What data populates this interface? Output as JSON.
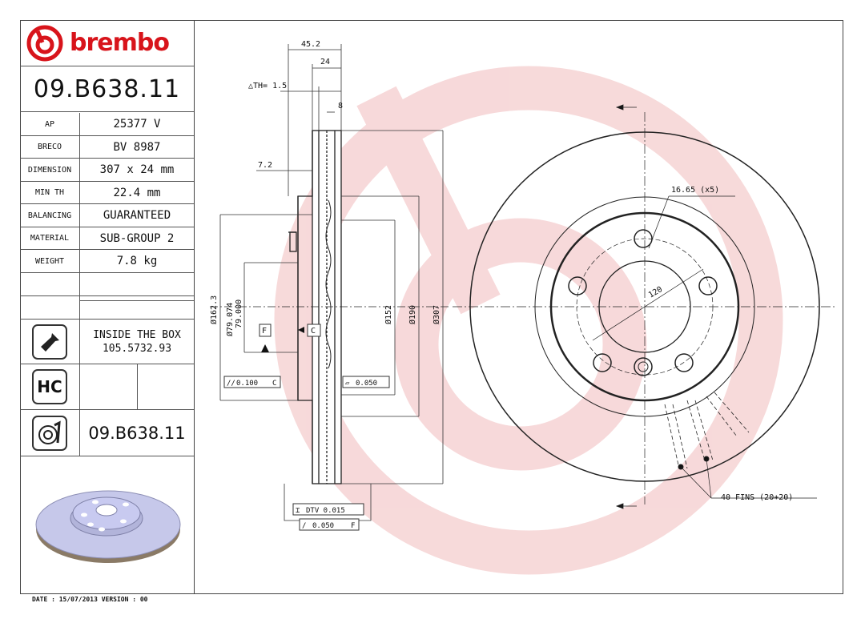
{
  "brand": {
    "name": "brembo"
  },
  "part_number": "09.B638.11",
  "specs": [
    {
      "label": "AP",
      "value": "25377 V"
    },
    {
      "label": "BRECO",
      "value": "BV 8987"
    },
    {
      "label": "DIMENSION",
      "value": "307 x 24 mm"
    },
    {
      "label": "MIN TH",
      "value": "22.4 mm"
    },
    {
      "label": "BALANCING",
      "value": "GUARANTEED"
    },
    {
      "label": "MATERIAL",
      "value": "SUB-GROUP 2"
    },
    {
      "label": "WEIGHT",
      "value": "7.8 kg"
    }
  ],
  "inside_box": {
    "line1": "INSIDE THE BOX",
    "line2": "105.5732.93"
  },
  "hc_label": "HC",
  "kit_part_number": "09.B638.11",
  "footer": "DATE : 15/07/2013 VERSION : 00",
  "dims": {
    "d452": "45.2",
    "d24": "24",
    "dth": "△TH= 1.5",
    "d8": "8",
    "d72": "7.2",
    "d1623": "Ø162.3",
    "d79a": "Ø79.074",
    "d79b": "79.000",
    "d152": "Ø152",
    "d190": "Ø190",
    "d307": "Ø307",
    "datum_f": "F",
    "datum_c": "C",
    "tol_parallel": "0.100",
    "tol_parallel_ref": "C",
    "tol_flat": "0.050",
    "dtv": "DTV 0.015",
    "runout": "0.050",
    "runout_ref": "F",
    "holes": "16.65 (x5)",
    "pcd": "120",
    "fins": "40 FINS (20+20)"
  },
  "colors": {
    "brand_red": "#d8141b",
    "watermark": "#f6d3d4"
  }
}
